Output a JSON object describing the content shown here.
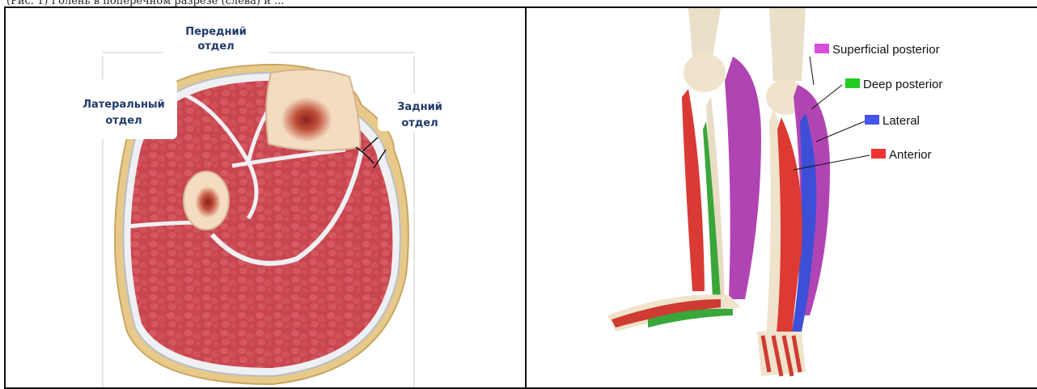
{
  "caption": "(Рис. 1) Голень в поперечном разрезе (слева) и ...",
  "left_diagram": {
    "labels": {
      "anterior": [
        "Передний",
        "отдел"
      ],
      "lateral": [
        "Латеральный",
        "отдел"
      ],
      "posterior": [
        "Задний",
        "отдел"
      ]
    }
  },
  "right_diagram": {
    "legend": [
      {
        "label": "Superficial posterior",
        "color": "#d94fd9"
      },
      {
        "label": "Deep posterior",
        "color": "#22cc22"
      },
      {
        "label": "Lateral",
        "color": "#4455ee"
      },
      {
        "label": "Anterior",
        "color": "#ee3333"
      }
    ]
  }
}
